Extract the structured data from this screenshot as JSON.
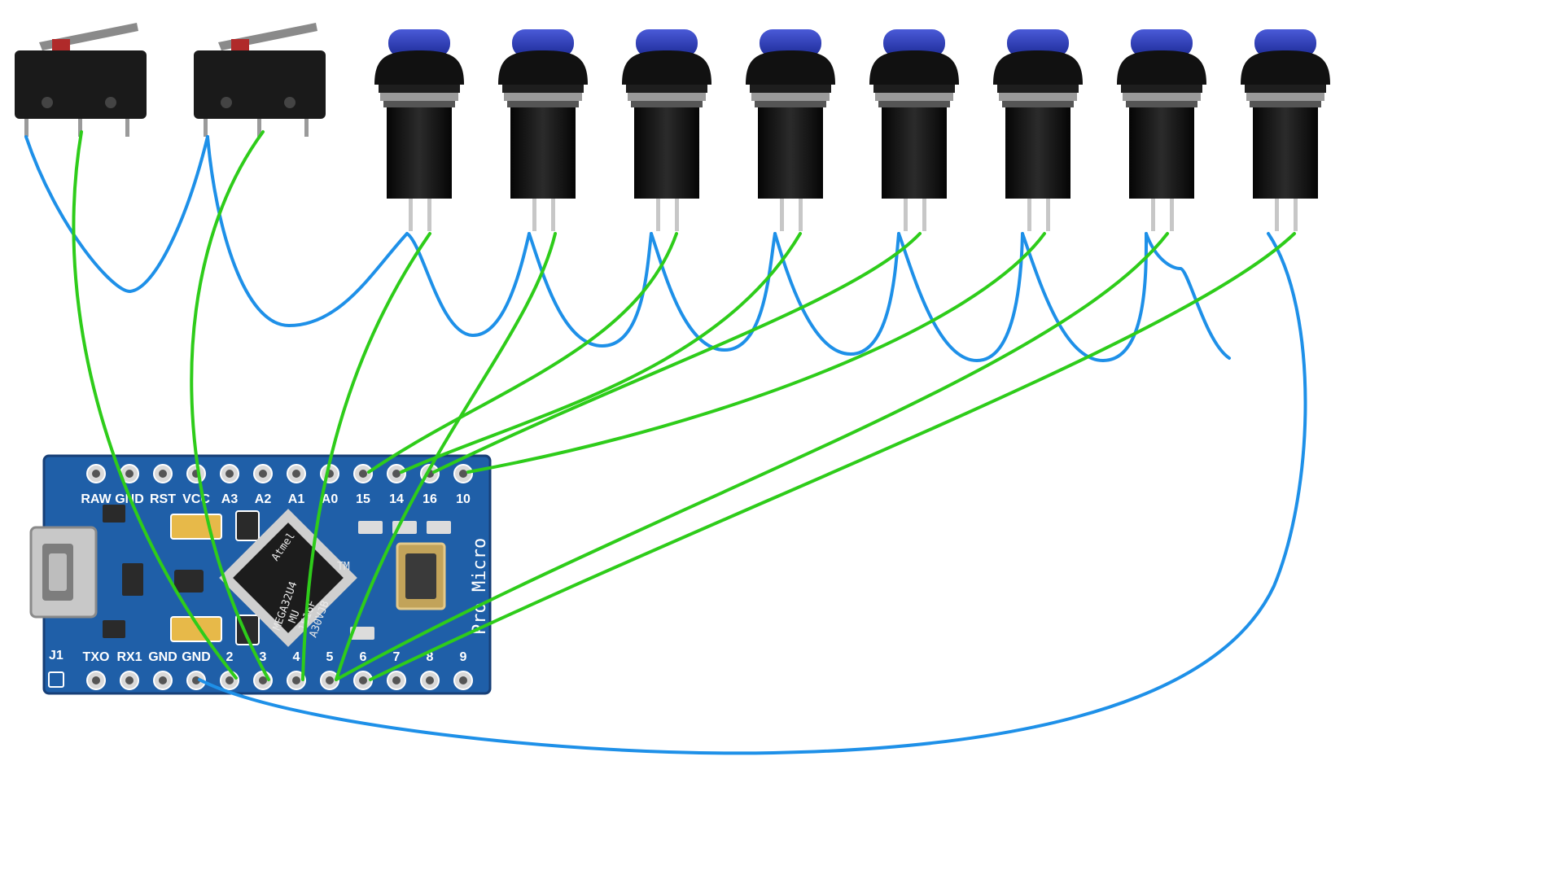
{
  "colors": {
    "background": "#ffffff",
    "board": "#1f5fa8",
    "board_dark": "#173f77",
    "pad": "#d9d9d9",
    "wire_blue": "#1e90e8",
    "wire_green": "#2ecc1a",
    "button_cap": "#2738b8",
    "button_body": "#111111",
    "switch_body": "#1a1a1a",
    "lever": "#8a8a8a"
  },
  "board": {
    "brand": "Pro Micro",
    "silkscreen_j1": "J1",
    "chip_logo": "Atmel",
    "chip_lines": [
      "MEGA32U4",
      "MU",
      "1516F",
      "A30VJB"
    ],
    "chip_tm": "TM",
    "top_pins": [
      "RAW",
      "GND",
      "RST",
      "VCC",
      "A3",
      "A2",
      "A1",
      "A0",
      "15",
      "14",
      "16",
      "10"
    ],
    "bottom_pins": [
      "TXO",
      "RX1",
      "GND",
      "GND",
      "2",
      "3",
      "4",
      "5",
      "6",
      "7",
      "8",
      "9"
    ]
  },
  "components": {
    "limit_switch_count": 2,
    "push_button_count": 8,
    "limit_switch_icon": "micro-limit-switch-icon",
    "push_button_icon": "momentary-push-button-icon",
    "usb_icon": "micro-usb-connector-icon"
  }
}
